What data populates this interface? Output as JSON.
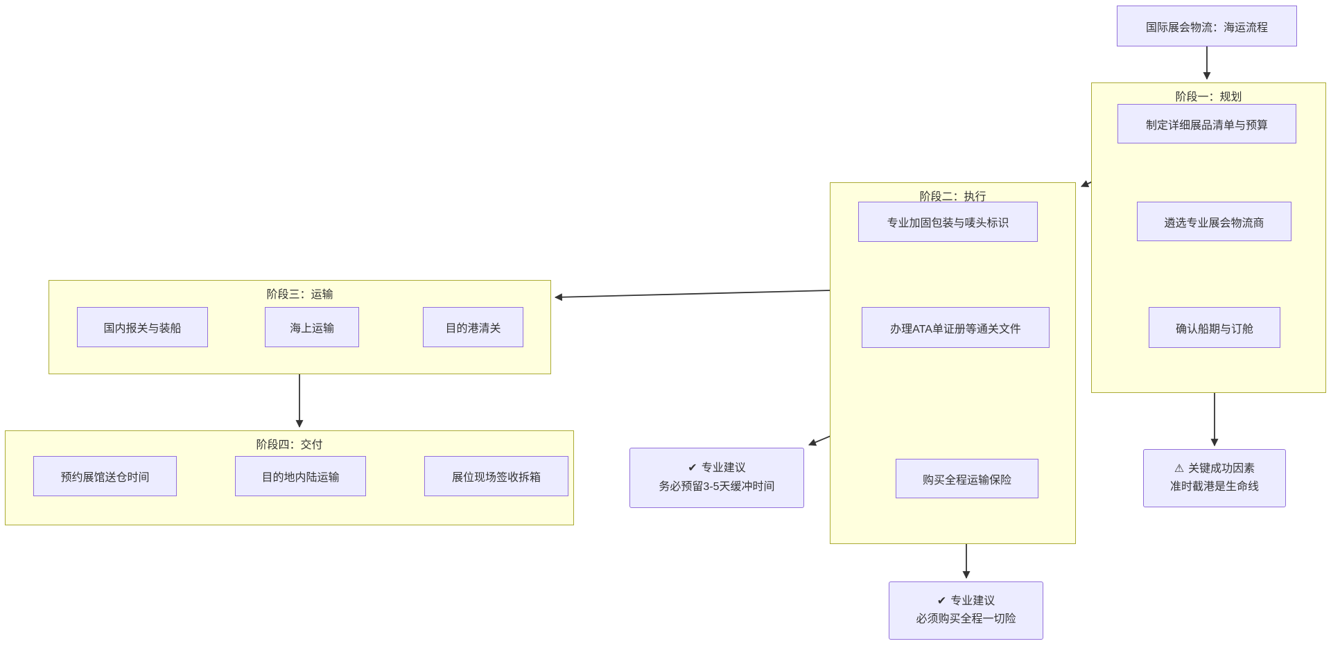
{
  "diagram": {
    "root_node": {
      "label": "国际展会物流：海运流程"
    },
    "stages": [
      {
        "title": "阶段一：规划",
        "nodes": [
          {
            "label": "制定详细展品清单与预算"
          },
          {
            "label": "遴选专业展会物流商"
          },
          {
            "label": "确认船期与订舱"
          }
        ]
      },
      {
        "title": "阶段二：执行",
        "nodes": [
          {
            "label": "专业加固包装与唛头标识"
          },
          {
            "label": "办理ATA单证册等通关文件"
          },
          {
            "label": "购买全程运输保险"
          }
        ]
      },
      {
        "title": "阶段三：运输",
        "nodes": [
          {
            "label": "国内报关与装船"
          },
          {
            "label": "海上运输"
          },
          {
            "label": "目的港清关"
          }
        ]
      },
      {
        "title": "阶段四：交付",
        "nodes": [
          {
            "label": "预约展馆送仓时间"
          },
          {
            "label": "目的地内陆运输"
          },
          {
            "label": "展位现场签收拆箱"
          }
        ]
      }
    ],
    "notes": [
      {
        "icon": "✔",
        "title": "专业建议",
        "body": "务必预留3-5天缓冲时间"
      },
      {
        "icon": "✔",
        "title": "专业建议",
        "body": "必须购买全程一切险"
      },
      {
        "icon": "⚠",
        "title": "关键成功因素",
        "body": "准时截港是生命线"
      }
    ],
    "colors": {
      "canvas": "#FFFFFF",
      "cluster_fill": "#FFFFDE",
      "cluster_border": "#AAAA33",
      "node_fill": "#ECECFF",
      "node_border": "#9370DB",
      "edge": "#333333",
      "text": "#333333"
    }
  }
}
